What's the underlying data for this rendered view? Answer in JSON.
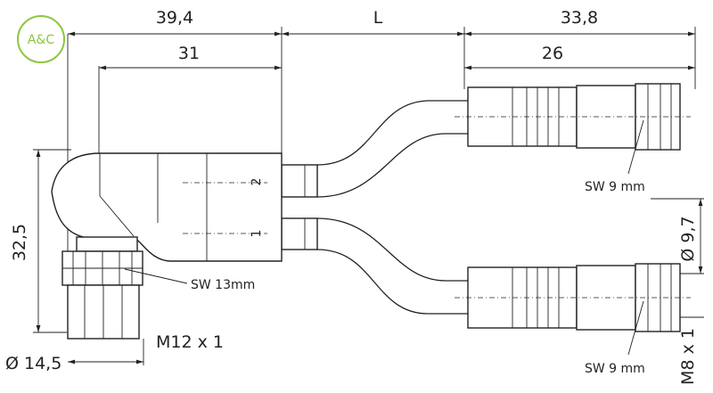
{
  "logo": {
    "text": "A&C",
    "color": "#8cc63f"
  },
  "dimensions": {
    "top_left_overall": "39,4",
    "cable_length": "L",
    "top_right_overall": "33,8",
    "housing_length": "31",
    "plug_length": "26",
    "height": "32,5",
    "plug_diameter": "Ø 9,7",
    "base_diameter": "Ø 14,5",
    "base_thread": "M12 x 1",
    "plug_thread": "M8 x 1"
  },
  "labels": {
    "wrench_base": "SW 13mm",
    "wrench_top": "SW 9 mm",
    "wrench_bottom": "SW 9 mm",
    "port_1": "1",
    "port_2": "2"
  }
}
